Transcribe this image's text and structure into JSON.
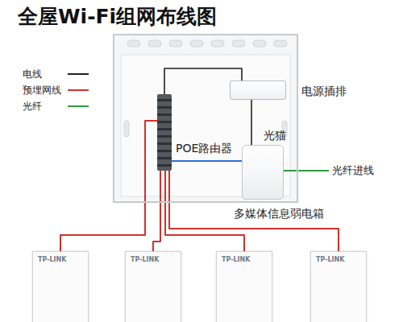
{
  "diagram": {
    "title": "全屋Wi-Fi组网布线图",
    "nodes": [
      {
        "text": [
          "多媒体信息弱电箱"
        ]
      },
      {
        "text": [
          "电源插排"
        ],
        "in": 0
      },
      {
        "text": [
          "POE路由器"
        ],
        "in": 0
      },
      {
        "text": [
          "光猫"
        ],
        "in": 0
      },
      {
        "text": [
          "TP-LINK"
        ]
      },
      {
        "text": [
          "TP-LINK"
        ]
      },
      {
        "text": [
          "TP-LINK"
        ]
      },
      {
        "text": [
          "TP-LINK"
        ]
      }
    ],
    "edges": [
      {
        "from": 2,
        "to": 4,
        "arrow": "none"
      },
      {
        "from": 2,
        "to": 5,
        "arrow": "none"
      },
      {
        "from": 2,
        "to": 6,
        "arrow": "none"
      },
      {
        "from": 2,
        "to": 7,
        "arrow": "none"
      },
      {
        "from": 2,
        "to": 3,
        "arrow": "none"
      },
      {
        "from": 1,
        "to": 2,
        "arrow": "none"
      },
      {
        "from": 1,
        "to": 3,
        "arrow": "none"
      }
    ],
    "labels": [
      "光纤进线"
    ],
    "legend": [
      {
        "text": "电线"
      },
      {
        "text": "预埋网线"
      },
      {
        "text": "光纤"
      }
    ]
  }
}
